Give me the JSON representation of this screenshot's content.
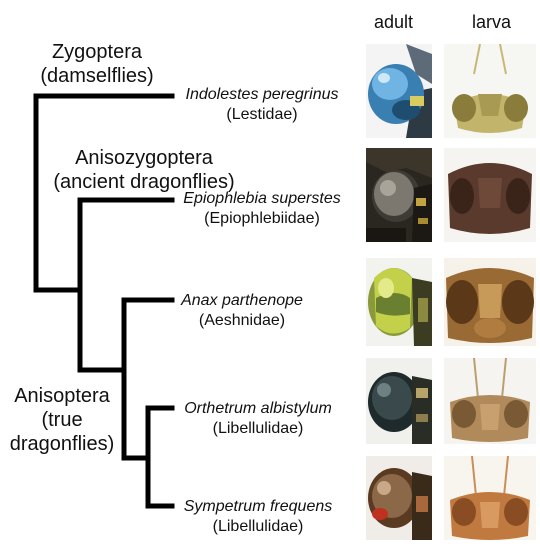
{
  "headers": {
    "adult": "adult",
    "larva": "larva"
  },
  "clades": {
    "zygoptera": {
      "line1": "Zygoptera",
      "line2": "(damselflies)"
    },
    "anisozygoptera": {
      "line1": "Anisozygoptera",
      "line2": "(ancient dragonflies)"
    },
    "anisoptera": {
      "line1": "Anisoptera",
      "line2": "(true",
      "line3": "dragonflies)"
    }
  },
  "taxa": [
    {
      "species": "Indolestes peregrinus",
      "family": "(Lestidae)"
    },
    {
      "species": "Epiophlebia superstes",
      "family": "(Epiophlebiidae)"
    },
    {
      "species": "Anax parthenope",
      "family": "(Aeshnidae)"
    },
    {
      "species": "Orthetrum albistylum",
      "family": "(Libellulidae)"
    },
    {
      "species": "Sympetrum frequens",
      "family": "(Libellulidae)"
    }
  ],
  "colors": {
    "tree": "#000000"
  }
}
